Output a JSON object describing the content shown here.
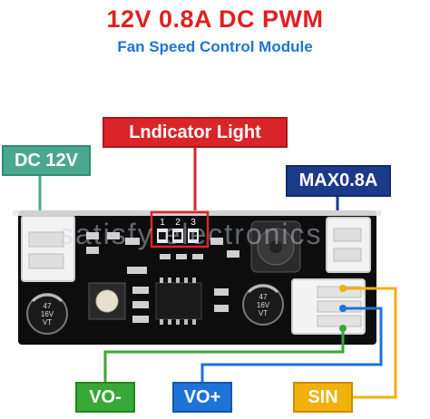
{
  "header": {
    "title": "12V 0.8A DC PWM",
    "subtitle": "Fan Speed Control Module"
  },
  "labels": {
    "indicator": "Lndicator Light",
    "power_in": "DC 12V",
    "max_current": "MAX0.8A",
    "vo_minus": "VO-",
    "vo_plus": "VO+",
    "sin": "SIN"
  },
  "board": {
    "led_numbers": [
      "1",
      "2",
      "3"
    ],
    "cap_left_text": [
      "47",
      "16V",
      "VT"
    ],
    "cap_right_text": [
      "47",
      "16V",
      "VT"
    ],
    "watermark": "satisfy electronics"
  },
  "colors": {
    "title": "#e02020",
    "subtitle": "#1e73d8",
    "indicator": "#d9252a",
    "dc12": "#4aa88f",
    "max": "#1c3a8a",
    "vo_minus": "#38a836",
    "vo_plus": "#1e73d8",
    "sin": "#f1b10a",
    "pcb": "#0d0d0d"
  }
}
